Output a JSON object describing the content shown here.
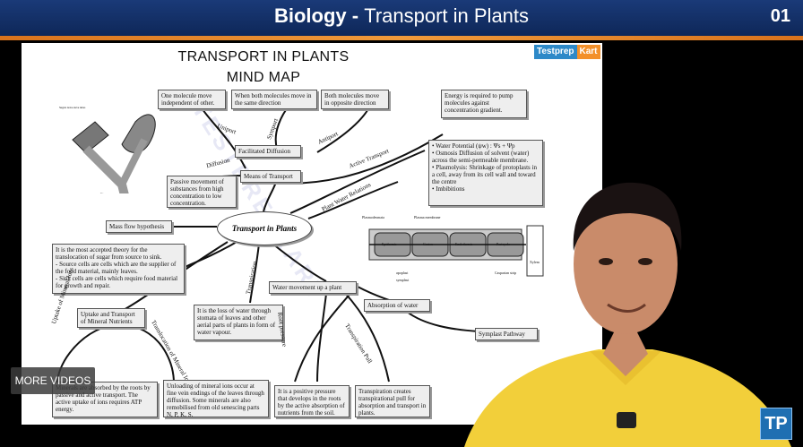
{
  "header": {
    "title_bold": "Biology",
    "sep": " - ",
    "title_rest": "Transport in Plants",
    "slide_number": "01"
  },
  "slide": {
    "title_line1": "TRANSPORT IN PLANTS",
    "title_line2": "MIND MAP",
    "logo_left": "Testprep",
    "logo_right": "Kart",
    "center": "Transport in Plants",
    "watermark": "TESTPREPKART",
    "boxes": {
      "one_molecule": "One molecule move independent of other.",
      "same_dir": "When both molecules move in the same direction",
      "opposite_dir": "Both molecules move in opposite direction",
      "energy": "Energy is required to pump molecules against concentration gradient.",
      "facilitated": "Facilitated Diffusion",
      "means": "Means of Transport",
      "passive": "Passive movement of substances from high concentration to low concentration.",
      "water_potential": "• Water Potential (ψw) : Ψs + Ψp\n• Osmosis Diffusion of solvent (water) across the semi-permeable membrane.\n• Plasmolysis: Shrinkage of protoplasts in a cell, away from its cell wall and toward the centre\n• Imbibitions",
      "mass_flow": "Mass flow hypothesis",
      "accepted_theory": "It is the most accepted theory for the translocation of sugar from source to sink.\n- Source cells are cells which are the supplier of the food material, mainly leaves.\n- Sink cells are cells which require food material for growth and repair.",
      "loss_water": "It is the loss of water through stomata of leaves and other aerial parts of plants in form of water vapour.",
      "water_movement": "Water movement up a plant",
      "absorption": "Absorption of water",
      "symplast": "Symplast Pathway",
      "uptake": "Uptake and Transport of Mineral Nutrients",
      "minerals_absorbed": "Minerals are absorbed by the roots by passive and active transport. The active uptake of ions requires ATP energy.",
      "unloading": "Unloading of mineral ions occur at fine vein endings of the leaves through diffusion. Some minerals are also remobilised from old senescing parts N, P, K, S.",
      "positive_pressure": "It is a positive pressure that develops in the roots by the active absorption of nutrients from the soil.",
      "transpirational": "Transpiration creates transpirational pull for absorption and transport in plants."
    },
    "labels": {
      "uniport": "Uniport",
      "symport": "Symport",
      "antiport": "Antiport",
      "diffusion": "Diffusion",
      "active_transport": "Active Transport",
      "plant_water": "Plant Water Relations",
      "transpiration": "Transpiration",
      "root_pressure": "Root pressure",
      "transpiration_pull": "Transpiration Pull",
      "uptake_ions": "Uptake of Mineral Ions",
      "translocation": "Translocation of Mineral Ions",
      "epidermis": "Epidermis",
      "cortex": "Cortex",
      "endodermis": "Endodermis",
      "pericycle": "Pericycle",
      "xylem": "Xylem",
      "plasmodesmata": "Plasmodesmata",
      "plasma_membrane": "Plasma membrane",
      "casparian": "Casparian strip",
      "apoplast": "apoplast",
      "symplast_key": "symplast"
    }
  },
  "overlay": {
    "more_videos": "MORE VIDEOS",
    "corner_logo": "TP"
  },
  "colors": {
    "header_bg": "#1a3a78",
    "accent": "#f09a3a",
    "shirt": "#f2cf3a"
  }
}
